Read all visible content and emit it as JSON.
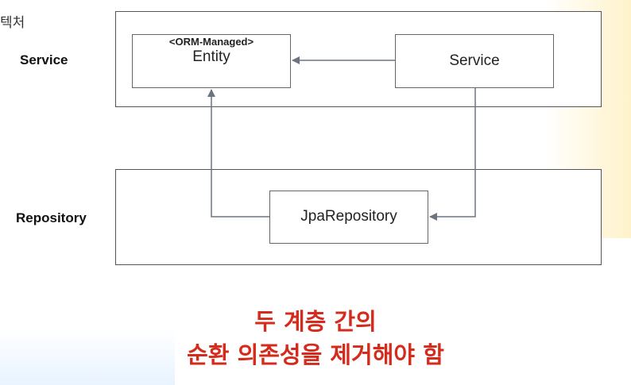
{
  "corner_text": "텍처",
  "layers": {
    "service_label": "Service",
    "repository_label": "Repository"
  },
  "components": {
    "entity_stereotype": "<ORM-Managed>",
    "entity_name": "Entity",
    "service_name": "Service",
    "jpa_repository_name": "JpaRepository"
  },
  "caption": {
    "line1": "두 계층 간의",
    "line2": "순환 의존성을 제거해야 함"
  },
  "colors": {
    "caption": "#d42b1c",
    "arrow": "#6b7580"
  }
}
